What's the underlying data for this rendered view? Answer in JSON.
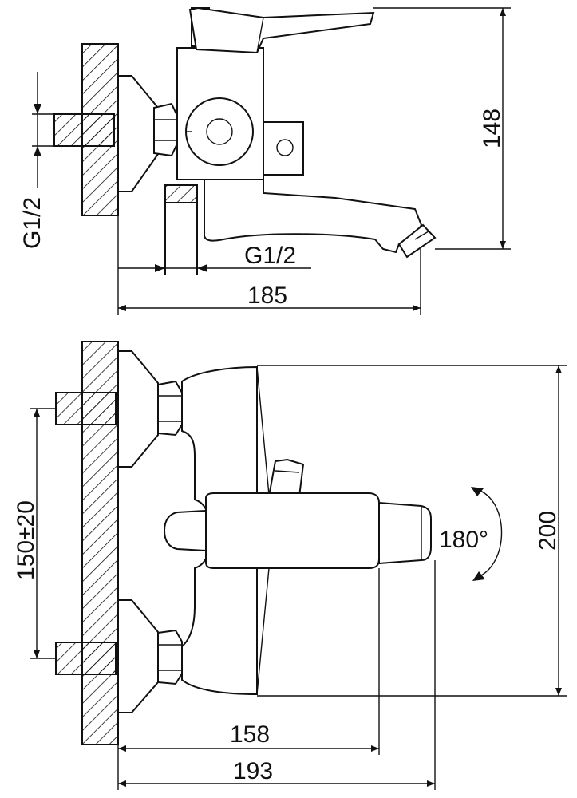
{
  "drawing": {
    "side_view": {
      "label_inlet_thread": "G1/2",
      "label_outlet_thread": "G1/2",
      "dim_height": "148",
      "dim_length": "185"
    },
    "top_view": {
      "dim_centers": "150±20",
      "dim_rotation": "180°",
      "dim_width": "200",
      "dim_depth_inner": "158",
      "dim_depth_outer": "193"
    }
  }
}
